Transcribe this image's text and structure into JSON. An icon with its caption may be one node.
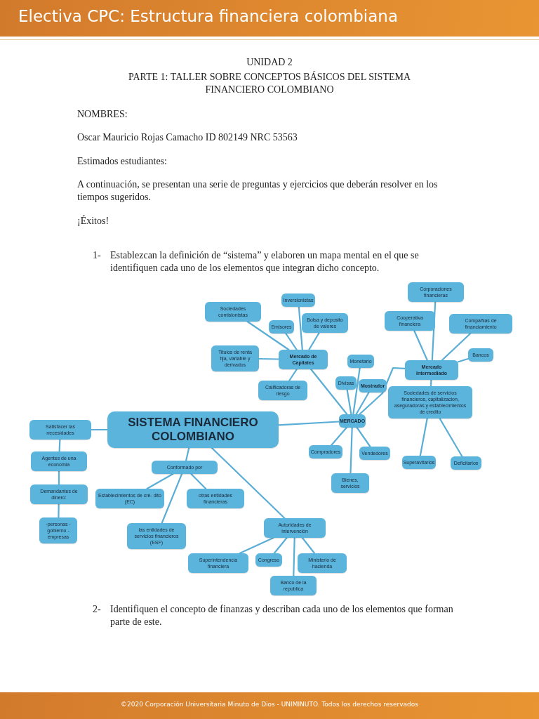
{
  "diagram": {
    "title": "Electiva CPC: Estructura financiera colombiana",
    "nodes": [
      {
        "text": [
          "SISTEMA FINANCIERO COLOMBIANO"
        ]
      },
      {
        "text": [
          "Satisfacer las necesidades"
        ]
      },
      {
        "text": [
          "Agentes de una economia"
        ]
      },
      {
        "text": [
          "Demandantes de dinero:"
        ]
      },
      {
        "text": [
          "-personas -gobierno -empresas"
        ]
      },
      {
        "text": [
          "Conformado por"
        ]
      },
      {
        "text": [
          "Establecimientos de cré- dito (EC)"
        ]
      },
      {
        "text": [
          "otras entidades financieras"
        ]
      },
      {
        "text": [
          "las entidades de servicios financieros (ESF)"
        ]
      },
      {
        "text": [
          "Autoridades de intervención"
        ]
      },
      {
        "text": [
          "Superintendencia financiera"
        ]
      },
      {
        "text": [
          "Congreso"
        ]
      },
      {
        "text": [
          "Ministerio de hacienda"
        ]
      },
      {
        "text": [
          "Banco de la republica"
        ]
      },
      {
        "text": [
          "MERCADO"
        ]
      },
      {
        "text": [
          "Mercado de Capitales"
        ]
      },
      {
        "text": [
          "Sociedades comisionistas"
        ]
      },
      {
        "text": [
          "Inversionistas"
        ]
      },
      {
        "text": [
          "Emisores"
        ]
      },
      {
        "text": [
          "Bolsa y deposito de valores"
        ]
      },
      {
        "text": [
          "Titulos de renta fija, variable y derivados"
        ]
      },
      {
        "text": [
          "Calificadoras de riesgo"
        ]
      },
      {
        "text": [
          "Monetario"
        ]
      },
      {
        "text": [
          "Divisas"
        ]
      },
      {
        "text": [
          "Mostrador"
        ]
      },
      {
        "text": [
          "Compradores"
        ]
      },
      {
        "text": [
          "Vendedores"
        ]
      },
      {
        "text": [
          "Bienes, servicios"
        ]
      },
      {
        "text": [
          "Mercado Intermediado"
        ]
      },
      {
        "text": [
          "Corporaciones financieras"
        ]
      },
      {
        "text": [
          "Cooperativa financiera"
        ]
      },
      {
        "text": [
          "Compañias de financiamiento"
        ]
      },
      {
        "text": [
          "Bancos"
        ]
      },
      {
        "text": [
          "Sociedades de servicios financieros, capitalizacion, aseguradoras y establecimientos de credito"
        ]
      },
      {
        "text": [
          "Superavitarios"
        ]
      },
      {
        "text": [
          "Deficitarios"
        ]
      }
    ],
    "edges": [
      {
        "from": 0,
        "to": 1,
        "arrow": "none"
      },
      {
        "from": 1,
        "to": 2,
        "arrow": "none"
      },
      {
        "from": 2,
        "to": 3,
        "arrow": "none"
      },
      {
        "from": 3,
        "to": 4,
        "arrow": "none"
      },
      {
        "from": 0,
        "to": 5,
        "arrow": "none"
      },
      {
        "from": 5,
        "to": 6,
        "arrow": "none"
      },
      {
        "from": 5,
        "to": 7,
        "arrow": "none"
      },
      {
        "from": 5,
        "to": 8,
        "arrow": "none"
      },
      {
        "from": 0,
        "to": 14,
        "arrow": "none"
      },
      {
        "from": 0,
        "to": 9,
        "arrow": "none"
      },
      {
        "from": 9,
        "to": 10,
        "arrow": "none"
      },
      {
        "from": 9,
        "to": 11,
        "arrow": "none"
      },
      {
        "from": 9,
        "to": 12,
        "arrow": "none"
      },
      {
        "from": 9,
        "to": 13,
        "arrow": "none"
      },
      {
        "from": 14,
        "to": 15,
        "arrow": "none"
      },
      {
        "from": 15,
        "to": 16,
        "arrow": "none"
      },
      {
        "from": 15,
        "to": 17,
        "arrow": "none"
      },
      {
        "from": 15,
        "to": 18,
        "arrow": "none"
      },
      {
        "from": 15,
        "to": 19,
        "arrow": "none"
      },
      {
        "from": 15,
        "to": 20,
        "arrow": "none"
      },
      {
        "from": 15,
        "to": 21,
        "arrow": "none"
      },
      {
        "from": 14,
        "to": 22,
        "arrow": "none"
      },
      {
        "from": 14,
        "to": 23,
        "arrow": "none"
      },
      {
        "from": 14,
        "to": 24,
        "arrow": "none"
      },
      {
        "from": 14,
        "to": 25,
        "arrow": "none"
      },
      {
        "from": 14,
        "to": 26,
        "arrow": "none"
      },
      {
        "from": 14,
        "to": 27,
        "arrow": "none"
      },
      {
        "from": 14,
        "to": 28,
        "arrow": "none"
      },
      {
        "from": 28,
        "to": 29,
        "arrow": "none"
      },
      {
        "from": 28,
        "to": 30,
        "arrow": "none"
      },
      {
        "from": 28,
        "to": 31,
        "arrow": "none"
      },
      {
        "from": 28,
        "to": 32,
        "arrow": "none"
      },
      {
        "from": 28,
        "to": 33,
        "arrow": "none"
      },
      {
        "from": 33,
        "to": 34,
        "arrow": "none"
      },
      {
        "from": 33,
        "to": 35,
        "arrow": "none"
      }
    ],
    "labels": [
      "UNIDAD 2",
      "PARTE 1: TALLER SOBRE CONCEPTOS BÁSICOS DEL SISTEMA FINANCIERO COLOMBIANO",
      "NOMBRES:",
      "Oscar Mauricio Rojas Camacho ID 802149 NRC 53563",
      "Estimados estudiantes:",
      "A continuación, se presentan una serie de preguntas y ejercicios que deberán resolver en los tiempos sugeridos.",
      "¡Éxitos!",
      "1-",
      "Establezcan la definición de “sistema” y elaboren un mapa mental en el que se identifiquen cada uno de los elementos que integran dicho concepto.",
      "2-",
      "Identifiquen el concepto de finanzas y describan cada uno de los elementos que forman parte de este.",
      "©2020 Corporación Universitaria Minuto de Dios - UNIMINUTO. Todos los derechos reservados"
    ]
  }
}
